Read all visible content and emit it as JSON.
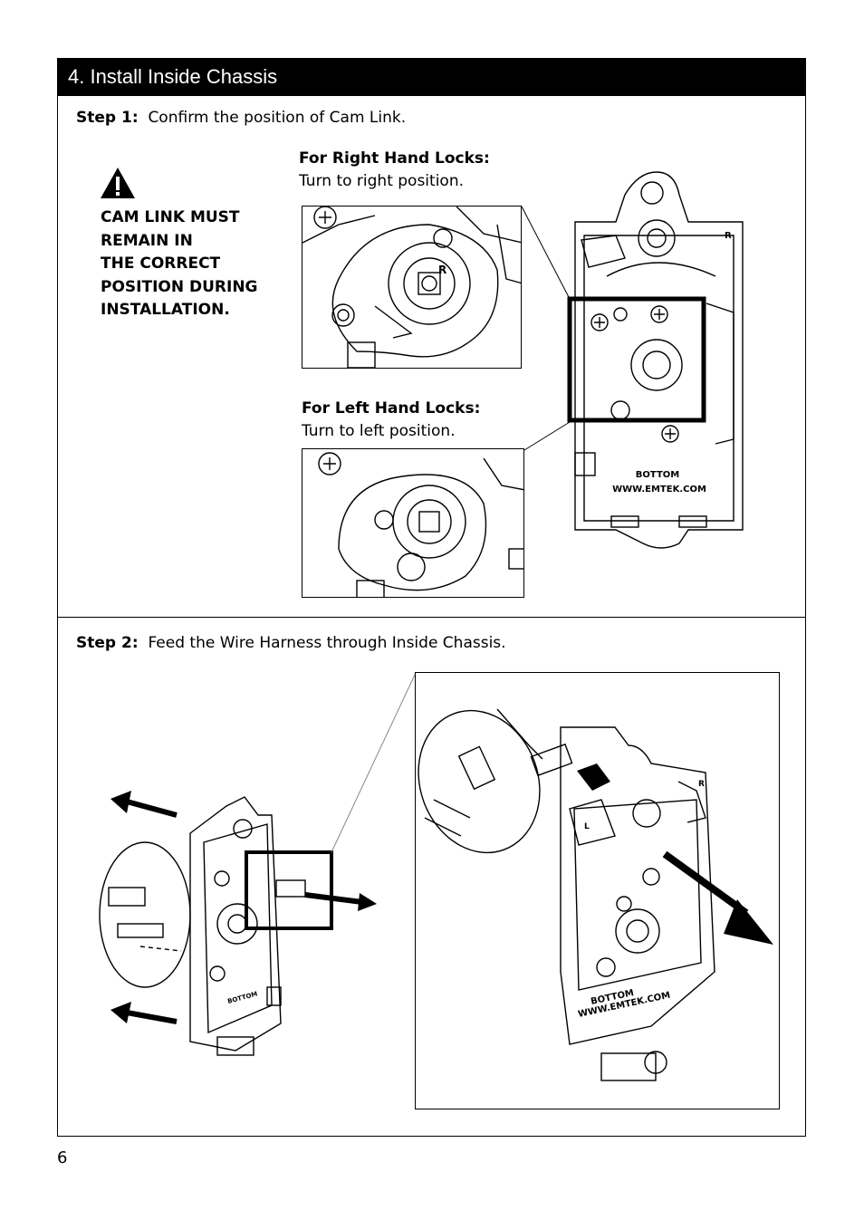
{
  "section": {
    "title": "4. Install Inside Chassis"
  },
  "step1": {
    "label": "Step 1:",
    "text": "Confirm the position of Cam Link.",
    "warning_lines": [
      "CAM LINK MUST",
      "REMAIN IN",
      "THE CORRECT",
      "POSITION DURING",
      "INSTALLATION."
    ],
    "right_heading": "For Right Hand Locks:",
    "right_text": "Turn to right position.",
    "left_heading": "For Left Hand Locks:",
    "left_text": "Turn to left position.",
    "chassis_text_1": "BOTTOM",
    "chassis_text_2": "WWW.EMTEK.COM",
    "marker_r": "R"
  },
  "step2": {
    "label": "Step 2:",
    "text": "Feed the Wire Harness through Inside Chassis.",
    "chassis_text_1": "BOTTOM",
    "chassis_text_2": "WWW.EMTEK.COM",
    "marker_l": "L",
    "marker_r": "R"
  },
  "page_number": "6"
}
